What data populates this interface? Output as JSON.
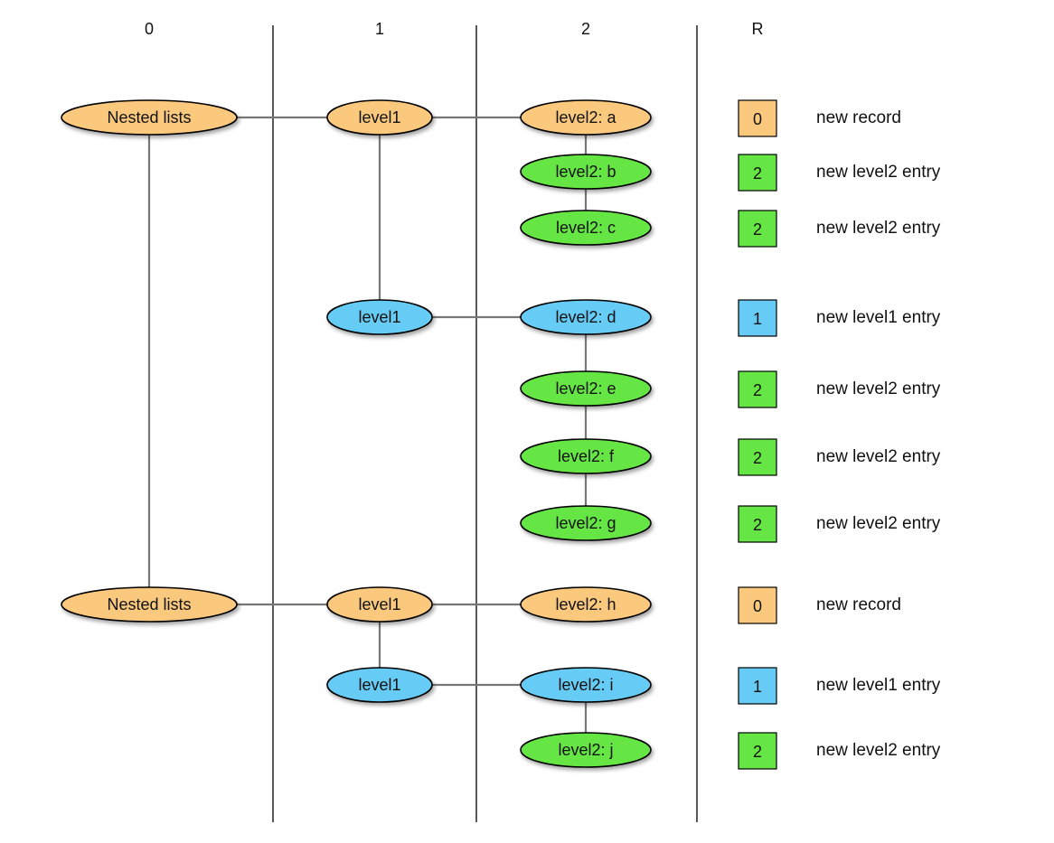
{
  "columns": [
    {
      "id": "c0",
      "label": "0"
    },
    {
      "id": "c1",
      "label": "1"
    },
    {
      "id": "c2",
      "label": "2"
    },
    {
      "id": "cR",
      "label": "R"
    }
  ],
  "colors": {
    "record": "#FBC97E",
    "level1": "#66CCF5",
    "level2": "#66E645",
    "stroke": "#000000",
    "line": "#777777",
    "divider": "#222222"
  },
  "nodes": [
    {
      "id": "n0",
      "label": "Nested lists",
      "level": 0,
      "kind": "record",
      "row": "r1"
    },
    {
      "id": "n1",
      "label": "level1",
      "level": 1,
      "kind": "record",
      "row": "r1"
    },
    {
      "id": "n2",
      "label": "level2: a",
      "level": 2,
      "kind": "record",
      "row": "r1"
    },
    {
      "id": "n3",
      "label": "level2: b",
      "level": 2,
      "kind": "level2",
      "row": "r2"
    },
    {
      "id": "n4",
      "label": "level2: c",
      "level": 2,
      "kind": "level2",
      "row": "r3"
    },
    {
      "id": "n5",
      "label": "level1",
      "level": 1,
      "kind": "level1",
      "row": "r4"
    },
    {
      "id": "n6",
      "label": "level2: d",
      "level": 2,
      "kind": "level1",
      "row": "r4"
    },
    {
      "id": "n7",
      "label": "level2: e",
      "level": 2,
      "kind": "level2",
      "row": "r5"
    },
    {
      "id": "n8",
      "label": "level2: f",
      "level": 2,
      "kind": "level2",
      "row": "r6"
    },
    {
      "id": "n9",
      "label": "level2: g",
      "level": 2,
      "kind": "level2",
      "row": "r7"
    },
    {
      "id": "n10",
      "label": "Nested lists",
      "level": 0,
      "kind": "record",
      "row": "r8"
    },
    {
      "id": "n11",
      "label": "level1",
      "level": 1,
      "kind": "record",
      "row": "r8"
    },
    {
      "id": "n12",
      "label": "level2: h",
      "level": 2,
      "kind": "record",
      "row": "r8"
    },
    {
      "id": "n13",
      "label": "level1",
      "level": 1,
      "kind": "level1",
      "row": "r9"
    },
    {
      "id": "n14",
      "label": "level2: i",
      "level": 2,
      "kind": "level1",
      "row": "r9"
    },
    {
      "id": "n15",
      "label": "level2: j",
      "level": 2,
      "kind": "level2",
      "row": "r10"
    }
  ],
  "edges": [
    {
      "from": "n0",
      "to": "n1"
    },
    {
      "from": "n1",
      "to": "n2"
    },
    {
      "from": "n2",
      "to": "n3"
    },
    {
      "from": "n3",
      "to": "n4"
    },
    {
      "from": "n1",
      "to": "n5"
    },
    {
      "from": "n5",
      "to": "n6"
    },
    {
      "from": "n6",
      "to": "n7"
    },
    {
      "from": "n7",
      "to": "n8"
    },
    {
      "from": "n8",
      "to": "n9"
    },
    {
      "from": "n0",
      "to": "n10"
    },
    {
      "from": "n10",
      "to": "n11"
    },
    {
      "from": "n11",
      "to": "n12"
    },
    {
      "from": "n11",
      "to": "n13"
    },
    {
      "from": "n13",
      "to": "n14"
    },
    {
      "from": "n14",
      "to": "n15"
    }
  ],
  "repetition": [
    {
      "row": "r1",
      "value": "0",
      "kind": "record",
      "text": "new record"
    },
    {
      "row": "r2",
      "value": "2",
      "kind": "level2",
      "text": "new level2 entry"
    },
    {
      "row": "r3",
      "value": "2",
      "kind": "level2",
      "text": "new level2 entry"
    },
    {
      "row": "r4",
      "value": "1",
      "kind": "level1",
      "text": "new level1 entry"
    },
    {
      "row": "r5",
      "value": "2",
      "kind": "level2",
      "text": "new level2 entry"
    },
    {
      "row": "r6",
      "value": "2",
      "kind": "level2",
      "text": "new level2 entry"
    },
    {
      "row": "r7",
      "value": "2",
      "kind": "level2",
      "text": "new level2 entry"
    },
    {
      "row": "r8",
      "value": "0",
      "kind": "record",
      "text": "new record"
    },
    {
      "row": "r9",
      "value": "1",
      "kind": "level1",
      "text": "new level1 entry"
    },
    {
      "row": "r10",
      "value": "2",
      "kind": "level2",
      "text": "new level2 entry"
    }
  ]
}
